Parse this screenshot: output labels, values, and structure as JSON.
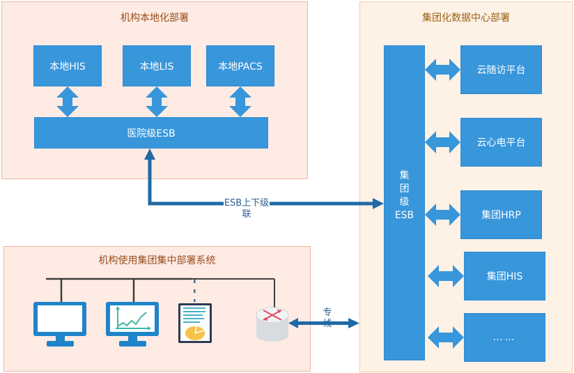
{
  "local_panel": {
    "title": "机构本地化部署",
    "systems": [
      {
        "label": "本地HIS"
      },
      {
        "label": "本地LIS"
      },
      {
        "label": "本地PACS"
      }
    ],
    "hospital_esb": "医院级ESB"
  },
  "central_panel": {
    "title": "机构使用集团集中部署系统",
    "devices": [
      {
        "icon": "monitor-icon"
      },
      {
        "icon": "monitor-chart-icon"
      },
      {
        "icon": "tablet-report-icon"
      },
      {
        "icon": "router-icon"
      }
    ]
  },
  "group_panel": {
    "title": "集团化数据中心部署",
    "group_esb_lines": [
      "集",
      "团",
      "级",
      "ESB"
    ],
    "platforms": [
      {
        "label": "云随访平台"
      },
      {
        "label": "云心电平台"
      },
      {
        "label": "集团HRP"
      },
      {
        "label": "集团HIS"
      },
      {
        "label": "……"
      }
    ]
  },
  "connectors": {
    "esb_cascade_line1": "ESB上下级",
    "esb_cascade_line2": "联",
    "dedicated_line_1": "专",
    "dedicated_line_2": "线"
  },
  "colors": {
    "box_blue": "#3896db",
    "connector_blue": "#1f6aa5",
    "local_panel_bg": "#fdebe4",
    "group_panel_bg": "#fef2e6"
  }
}
